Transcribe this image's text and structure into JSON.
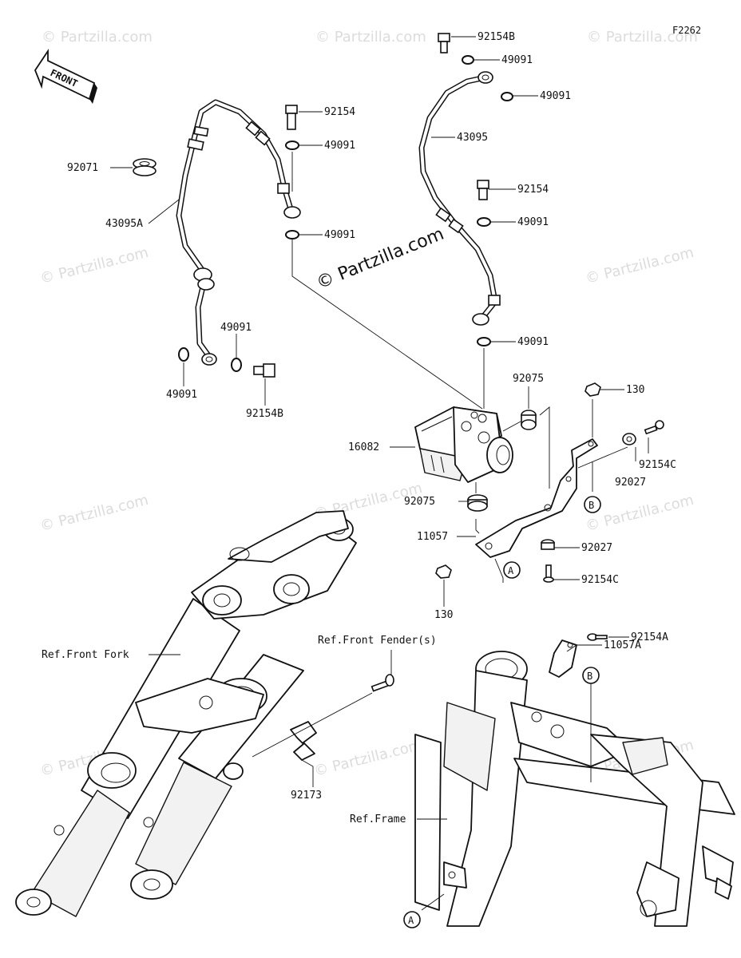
{
  "figure_code": "F2262",
  "front_label": "FRONT",
  "watermark": "© Partzilla.com",
  "watermark_main": "© Partzilla.com",
  "parts": {
    "p92154B_top": "92154B",
    "p49091_a": "49091",
    "p49091_b": "49091",
    "p43095": "43095",
    "p92154_right": "92154",
    "p49091_c": "49091",
    "p49091_d": "49091",
    "p92154_left": "92154",
    "p49091_e": "49091",
    "p92071": "92071",
    "p43095A": "43095A",
    "p49091_f": "49091",
    "p49091_g": "49091",
    "p49091_h": "49091",
    "p92154B_bottom": "92154B",
    "p92075_top": "92075",
    "p130_top": "130",
    "p16082": "16082",
    "p92154C_top": "92154C",
    "p92027_top": "92027",
    "p92075_bottom": "92075",
    "p11057": "11057",
    "p92027_bottom": "92027",
    "p92154C_bottom": "92154C",
    "p130_bottom": "130",
    "p92154A": "92154A",
    "p11057A": "11057A",
    "p92173": "92173"
  },
  "refs": {
    "front_fork": "Ref.Front Fork",
    "front_fender": "Ref.Front Fender(s)",
    "frame": "Ref.Frame"
  },
  "markers": {
    "a_bracket": "A",
    "b_bracket": "B",
    "b_frame": "B",
    "a_frame": "A"
  }
}
